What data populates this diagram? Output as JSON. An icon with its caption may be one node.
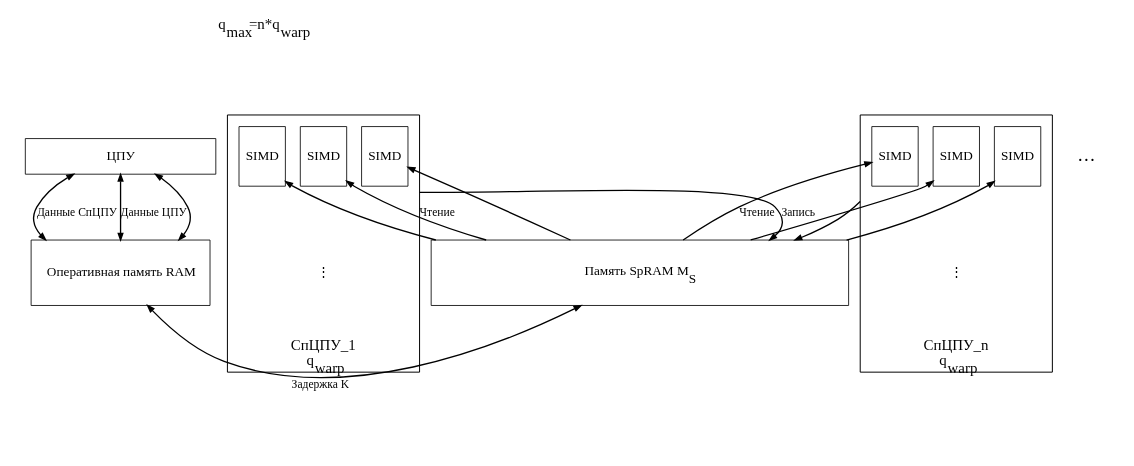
{
  "diagram": {
    "nodes": [
      {
        "text": [
          "ЦПУ"
        ]
      },
      {
        "text": [
          "Оперативная память RAM"
        ]
      },
      {
        "text": [
          "Память SpRAM M$_{S}$"
        ]
      },
      {
        "text": [
          "СпЦПУ_1",
          "q$_{warp}$"
        ]
      },
      {
        "text": [
          "SIMD"
        ],
        "in": 3
      },
      {
        "text": [
          "SIMD"
        ],
        "in": 3
      },
      {
        "text": [
          "SIMD"
        ],
        "in": 3
      },
      {
        "text": [
          "СпЦПУ_n",
          "q$_{warp}$"
        ]
      },
      {
        "text": [
          "SIMD"
        ],
        "in": 7
      },
      {
        "text": [
          "SIMD"
        ],
        "in": 7
      },
      {
        "text": [
          "SIMD"
        ],
        "in": 7
      }
    ],
    "edges": [
      {
        "from": 1,
        "to": 0,
        "arrow": "both",
        "label": "Данные ЦПУ"
      },
      {
        "from": 1,
        "to": 0,
        "arrow": "both"
      },
      {
        "from": 1,
        "to": 0,
        "arrow": "both",
        "label": "Данные СпЦПУ"
      },
      {
        "from": 1,
        "to": 2,
        "arrow": "both",
        "label": "Задержка K"
      },
      {
        "from": 2,
        "to": 4,
        "arrow": "to"
      },
      {
        "from": 2,
        "to": 5,
        "arrow": "to",
        "label": "Чтение"
      },
      {
        "from": 2,
        "to": 6,
        "arrow": "to"
      },
      {
        "from": 2,
        "to": 8,
        "arrow": "to"
      },
      {
        "from": 2,
        "to": 9,
        "arrow": "to",
        "label": "Чтение"
      },
      {
        "from": 2,
        "to": 10,
        "arrow": "to"
      },
      {
        "from": 3,
        "to": 2,
        "arrow": "to",
        "label": "Запись"
      },
      {
        "from": 7,
        "to": 2,
        "arrow": "to"
      }
    ],
    "labels": [
      "q$_{max}$=n*q$_{warp}$",
      "…",
      "⋮",
      "⋮"
    ]
  }
}
